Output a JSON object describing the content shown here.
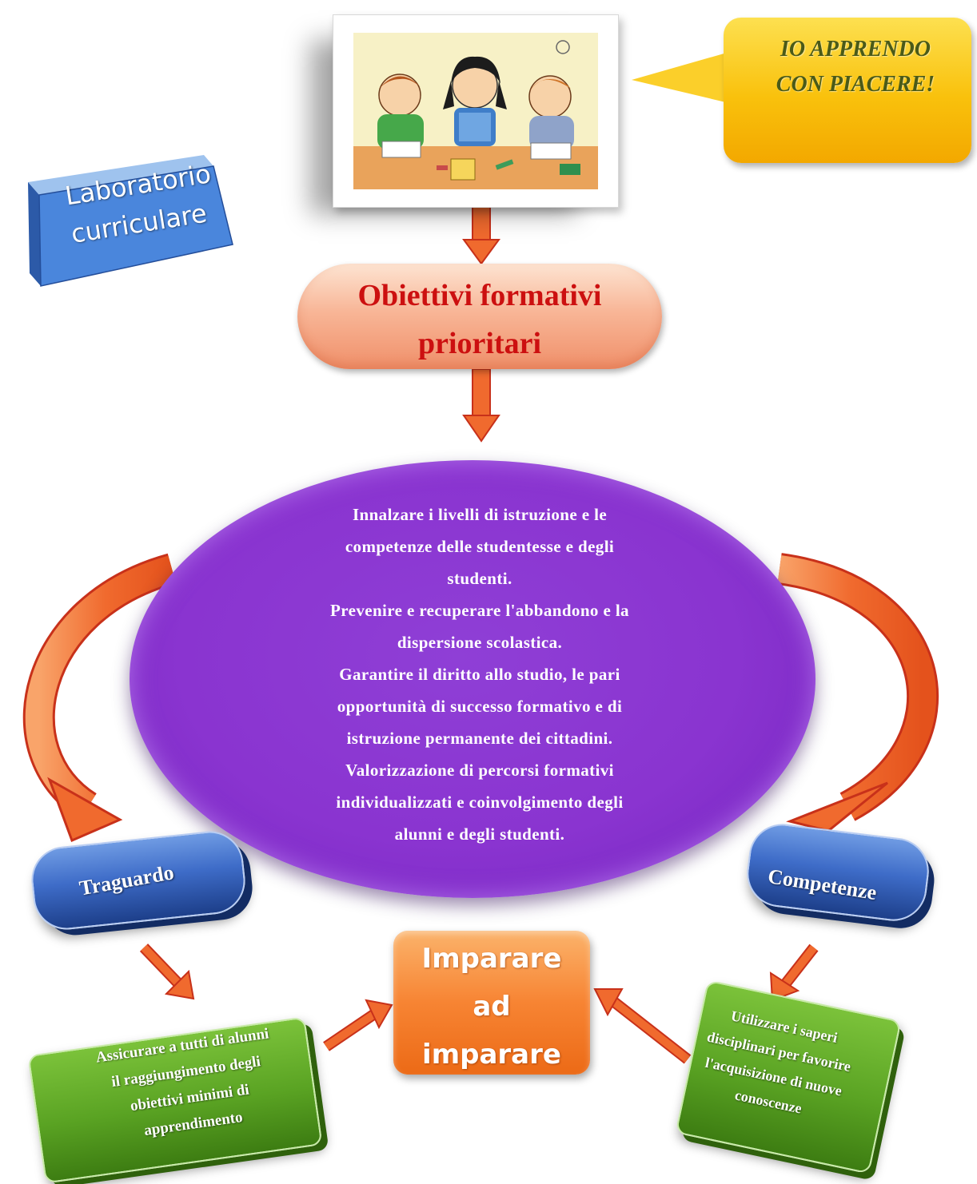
{
  "title_faint": "",
  "bubble": {
    "line1": "IO APPRENDO",
    "line2": "CON PIACERE!"
  },
  "lab_box": {
    "line1": "Laboratorio",
    "line2": "curriculare"
  },
  "objectives": {
    "line1": "Obiettivi  formativi",
    "line2": "prioritari"
  },
  "center": {
    "lines": [
      "Innalzare  i livelli  di istruzione  e le",
      "competenze  delle studentesse e degli",
      "studenti.",
      "Prevenire  e recuperare  l'abbandono  e la",
      "dispersione  scolastica.",
      "Garantire   il  diritto   allo studio, le pari",
      "opportunità    di successo formativo   e  di",
      "istruzione  permanente  dei cittadini.",
      "Valorizzazione    di  percorsi  formativi",
      "individualizzati  e coinvolgimento  degli",
      "alunni  e degli  studenti."
    ]
  },
  "traguardo": "Traguardo",
  "competenze": "Competenze",
  "imparare": {
    "line1": "Imparare",
    "line2": "ad",
    "line3": "imparare"
  },
  "green_left": {
    "lines": [
      "Assicurare  a tutti di alunni",
      "il raggiungimento  degli",
      "obiettivi  minimi  di",
      "apprendimento"
    ]
  },
  "green_right": {
    "lines": [
      "Utilizzare  i saperi",
      "disciplinari per favorire",
      "l'acquisizione di nuove",
      "conoscenze"
    ]
  },
  "colors": {
    "arrow_fill": "#f06a2e",
    "arrow_stroke": "#c8311a",
    "objectives_text": "#cc1010",
    "ellipse": "#8a34d0",
    "blue_pill": "#3e6cc8",
    "green_box": "#5aa323",
    "orange_box": "#f78433",
    "bubble": "#f9c10c"
  }
}
